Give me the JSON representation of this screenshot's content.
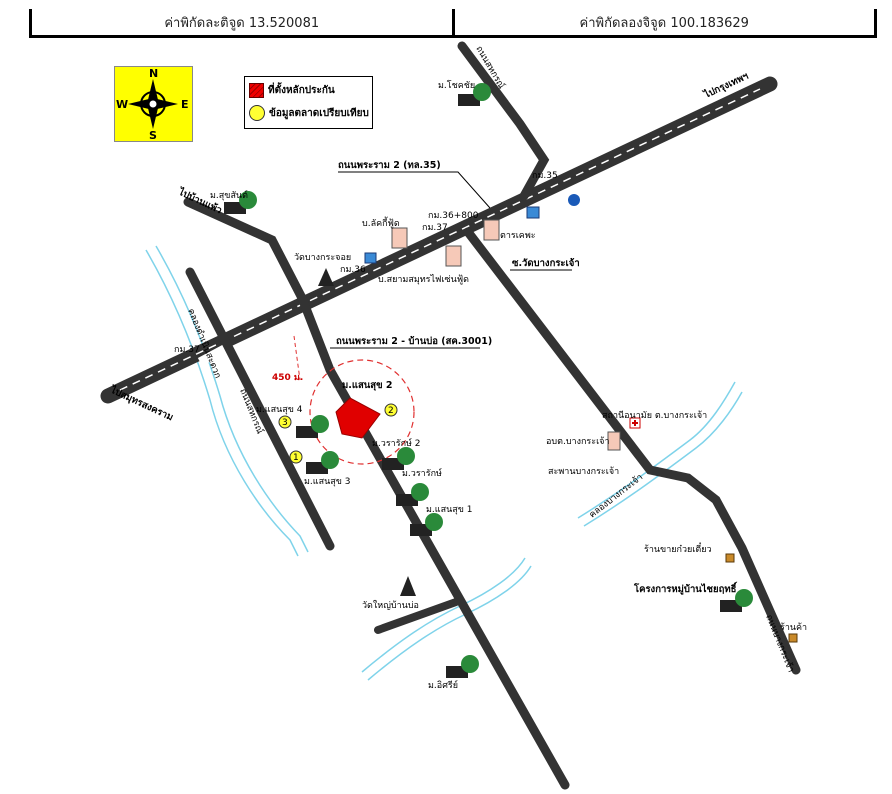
{
  "header": {
    "latitude": "ค่าพิกัดละติจูด 13.520081",
    "longitude": "ค่าพิกัดลองจิจูด 100.183629"
  },
  "compass": {
    "n": "N",
    "s": "S",
    "e": "E",
    "w": "W"
  },
  "legend": {
    "property": "ที่ตั้งหลักประกัน",
    "comparables": "ข้อมูลตลาดเปรียบเทียบ"
  },
  "roads": {
    "main_road": "ถนนพระราม 2 (ทล.35)",
    "secondary_road": "ถนนพระราม 2 - บ้านบ่อ (สค.3001)",
    "soi_wat": "ซ.วัดบางกระเจ้า",
    "to_bangkok": "ไปกรุงเทพฯ",
    "to_samut_songkhram": "ไปสมุทรสงคราม",
    "to_ban_phaeo": "ไปบ้านแพ้ว",
    "road_north": "ถนนสหกรณ์",
    "road_bangkrachao": "ถนนบางกระเจ้า"
  },
  "canals": {
    "canal_west": "คลองดำเนินสะดวก",
    "canal_east": "คลองบางกระเจ้า"
  },
  "labels": {
    "km37_west": "กม.37",
    "km35": "กม.35",
    "km36_800": "กม.36+800",
    "km37_mid": "กม.37",
    "km36": "กม.36",
    "distance": "450 ม.",
    "wat_bang_krachoi": "วัดบางกระจอย",
    "wat_bang_krachao": "วัดใหญ่บ้านบ่อ",
    "factory_1": "บ.ลัคกี้ฟู้ด",
    "factory_2": "บ.สยามสมุทรไฟเซ่นฟู้ด",
    "factory_3": "ตารเคพะ",
    "health_center": "สถานีอนามัย ต.บางกระเจ้า",
    "obt": "อบต.บางกระเจ้า",
    "bridge": "สะพานบางกระเจ้า",
    "shop_noodle": "ร้านขายก๋วยเตี๋ยว",
    "shop": "ร้านค้า",
    "project_east": "โครงการหมู่บ้านไชยฤทธิ์",
    "v_chokchai": "ม.โชคชัย",
    "v_saensuk2": "ม.แสนสุข 2",
    "v_saensuk4": "ม.แสนสุข 4",
    "v_saensuk3": "ม.แสนสุข 3",
    "v_wararak2": "ม.วรารักษ์ 2",
    "v_wararak": "ม.วรารักษ์",
    "v_saensuk1": "ม.แสนสุข 1",
    "v_sirichai": "ม.อิศรีย์",
    "v_nw": "ม.สุขสันต์",
    "m1": "1",
    "m2": "2",
    "m3": "3"
  },
  "colors": {
    "road": "#333333",
    "canal": "#7fd3ea",
    "property": "#e00000",
    "marker": "#ffff33",
    "compass_bg": "#ffff00"
  }
}
